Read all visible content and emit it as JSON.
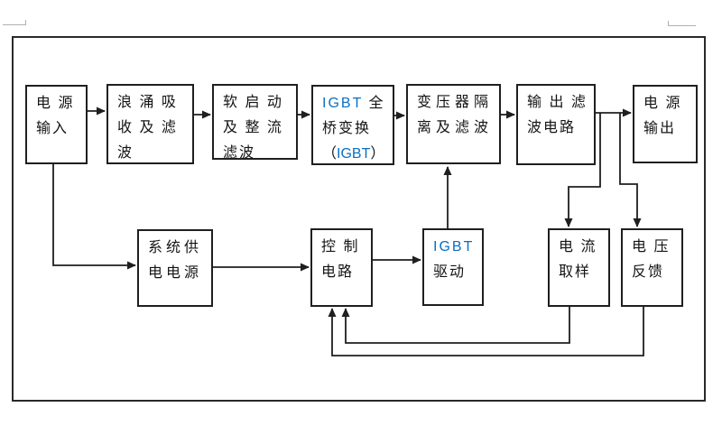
{
  "colors": {
    "accent_blue": "#0b6fc2",
    "line_color": "#1f1f1f",
    "background": "#ffffff"
  },
  "diagram": {
    "boxes": {
      "power_input": {
        "lines": [
          "电 源",
          "输入"
        ]
      },
      "surge_filter": {
        "lines": [
          "浪 涌 吸",
          "收 及 滤",
          "波"
        ]
      },
      "soft_start": {
        "lines": [
          "软 启 动",
          "及 整 流",
          "滤波"
        ]
      },
      "igbt_bridge": {
        "line1_igbt": "IGBT",
        "line1_rest": " 全",
        "line2": "桥变换",
        "line3_open": "（",
        "line3_igbt": "IGBT",
        "line3_close": "）"
      },
      "transformer": {
        "lines": [
          "变压器隔",
          "离及滤波"
        ]
      },
      "output_filter": {
        "lines": [
          "输 出 滤",
          "波电路"
        ]
      },
      "power_output": {
        "lines": [
          "电 源",
          "输出"
        ]
      },
      "system_supply": {
        "lines": [
          "系统供",
          "电电源"
        ]
      },
      "control_circuit": {
        "lines": [
          "控 制",
          "电路"
        ]
      },
      "igbt_drive": {
        "line1_igbt": "IGBT",
        "line2": "驱动"
      },
      "current_sampling": {
        "lines": [
          "电 流",
          "取样"
        ]
      },
      "voltage_feedback": {
        "lines": [
          "电 压",
          "反馈"
        ]
      }
    },
    "connections": [
      {
        "from": "电源输入",
        "to": "浪涌吸收及滤波"
      },
      {
        "from": "浪涌吸收及滤波",
        "to": "软启动及整流滤波"
      },
      {
        "from": "软启动及整流滤波",
        "to": "IGBT全桥变换（IGBT）"
      },
      {
        "from": "IGBT全桥变换（IGBT）",
        "to": "变压器隔离及滤波"
      },
      {
        "from": "变压器隔离及滤波",
        "to": "输出滤波电路"
      },
      {
        "from": "输出滤波电路",
        "to": "电源输出"
      },
      {
        "from": "电源输入",
        "to": "系统供电电源"
      },
      {
        "from": "系统供电电源",
        "to": "控制电路"
      },
      {
        "from": "控制电路",
        "to": "IGBT驱动"
      },
      {
        "from": "IGBT驱动",
        "to": "变压器隔离及滤波"
      },
      {
        "from": "输出滤波电路",
        "to": "电流取样"
      },
      {
        "from": "输出滤波电路",
        "to": "电压反馈"
      },
      {
        "from": "电流取样",
        "to": "控制电路"
      },
      {
        "from": "电压反馈",
        "to": "控制电路"
      }
    ]
  }
}
